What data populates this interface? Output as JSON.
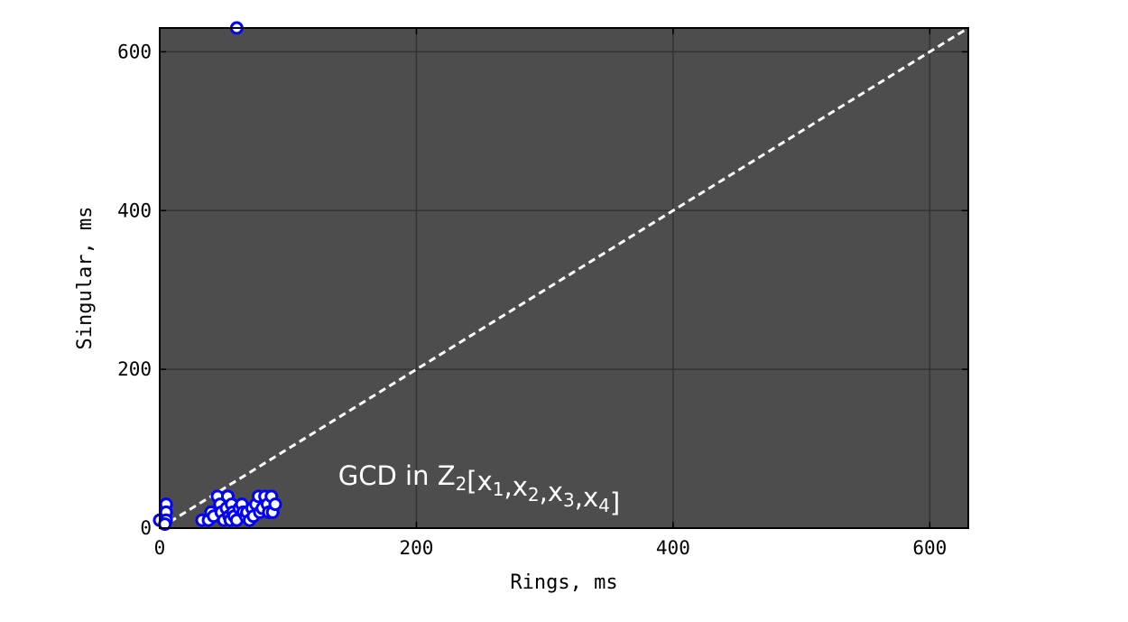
{
  "chart_data": {
    "type": "scatter",
    "title": "",
    "xlabel": "Rings, ms",
    "ylabel": "Singular, ms",
    "xlim": [
      0,
      630
    ],
    "ylim": [
      0,
      630
    ],
    "xticks": [
      0,
      200,
      400,
      600
    ],
    "yticks": [
      0,
      200,
      400,
      600
    ],
    "xtick_labels": [
      "0",
      "200",
      "400",
      "600"
    ],
    "ytick_labels": [
      "0",
      "200",
      "400",
      "600"
    ],
    "grid": true,
    "legend": "none",
    "annotation": {
      "prefix": "GCD in Z",
      "sub": "2",
      "vars": [
        {
          "base": "x",
          "sub": "1"
        },
        {
          "base": "x",
          "sub": "2"
        },
        {
          "base": "x",
          "sub": "3"
        },
        {
          "base": "x",
          "sub": "4"
        }
      ],
      "position": [
        170,
        60
      ]
    },
    "reference_line": {
      "x": [
        0,
        630
      ],
      "y": [
        0,
        630
      ],
      "style": "dashed"
    },
    "series": [
      {
        "marker": "circle",
        "points": [
          [
            0,
            10
          ],
          [
            5,
            30
          ],
          [
            5,
            20
          ],
          [
            5,
            10
          ],
          [
            4,
            5
          ],
          [
            33,
            10
          ],
          [
            38,
            10
          ],
          [
            40,
            20
          ],
          [
            42,
            15
          ],
          [
            45,
            40
          ],
          [
            47,
            30
          ],
          [
            48,
            20
          ],
          [
            50,
            10
          ],
          [
            52,
            25
          ],
          [
            53,
            40
          ],
          [
            54,
            15
          ],
          [
            55,
            10
          ],
          [
            56,
            30
          ],
          [
            57,
            20
          ],
          [
            58,
            15
          ],
          [
            60,
            10
          ],
          [
            62,
            25
          ],
          [
            64,
            30
          ],
          [
            65,
            20
          ],
          [
            67,
            15
          ],
          [
            68,
            20
          ],
          [
            70,
            10
          ],
          [
            72,
            25
          ],
          [
            73,
            15
          ],
          [
            75,
            30
          ],
          [
            77,
            40
          ],
          [
            78,
            20
          ],
          [
            80,
            25
          ],
          [
            82,
            40
          ],
          [
            84,
            30
          ],
          [
            85,
            20
          ],
          [
            87,
            40
          ],
          [
            88,
            20
          ],
          [
            90,
            30
          ],
          [
            60,
            630
          ]
        ]
      }
    ],
    "colors": {
      "background": "#4d4d4d",
      "grid": "#333333",
      "marker_fill": "#ffffff",
      "marker_edge": "#0000ff",
      "reference_line": "#ffffff",
      "text": "#000000",
      "annotation": "#ffffff"
    }
  }
}
